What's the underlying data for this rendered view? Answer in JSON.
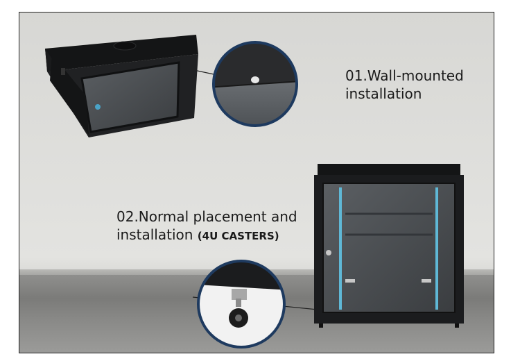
{
  "captions": {
    "wall_mounted": {
      "line1": "01.Wall-mounted",
      "line2": "installation"
    },
    "floor_standing": {
      "line1": "02.Normal placement and",
      "line2_main": "installation ",
      "line2_small": "(4U CASTERS)"
    }
  },
  "colors": {
    "wall": "#dcdcd9",
    "floor": "#858583",
    "cabinet_body": "#1b1c1e",
    "glass": "#4a4d50",
    "accent_blue": "#5fb8d6",
    "zoom_ring": "#1e3a5f"
  },
  "images": {
    "wall_cabinet": "wall-mounted-cabinet",
    "floor_cabinet": "floor-cabinet-with-casters",
    "zoom_top": "zoom-mounting-hole",
    "zoom_bottom": "zoom-caster-wheel"
  }
}
